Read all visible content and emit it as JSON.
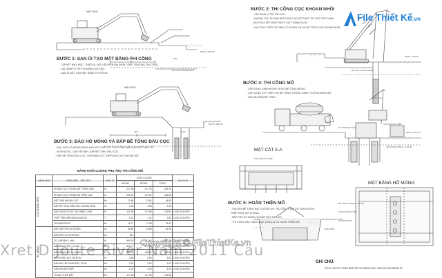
{
  "logo": {
    "name": "File Thiết Kế",
    "tld": ".vn"
  },
  "steps": {
    "step1": {
      "title": "BƯỚC 1: SAN ỦI TẠO MẶT BẰNG THI CÔNG",
      "notes": [
        "- TẬP KẾT MÁY MÓC, THIẾT BỊ, VẬT LIỆU ĐẾN ĐỊA ĐIỂM CÔNG TRƯỜNG THI CÔNG.",
        "- XÁC ĐỊNH VỊ TRÍ TIM MÓNG MỐ CẦU.",
        "- SAN ỦI ĐẤT, TẠO MẶT BẰNG THI CÔNG."
      ]
    },
    "step2": {
      "title": "BƯỚC 2: THI CÔNG CỌC KHOAN NHỒI",
      "notes": [
        "- XÁC ĐỊNH VỊ TRÍ TIM CỌC.",
        "- KHOAN CỌC KHOAN NHỒI ĐẾN CAO ĐỘ THIẾT KẾ, KẾT HỢP DUNG",
        "  DỊCH VỮA SÉT BENTONITE GIỮ THÀNH VÁCH.",
        "- HẠ LỒNG THÉP, VỆ SINH LỖ KHOAN VÀ ĐỔ BÊ TÔNG CỌC KHOAN NHỒI."
      ]
    },
    "step3": {
      "title": "BƯỚC 3: ĐÀO HỐ MÓNG VÀ ĐẬP BÊ TÔNG ĐẦU CỌC",
      "notes": [
        "- ĐÀO ĐẤT HỐ MÓNG BẰNG MÁY KẾT HỢP VỚI THỦ CÔNG ĐẾN CAO ĐỘ THIẾT KẾ.",
        "- BƠM NƯỚC, LÀM VỆ SINH, ĐẬP BÊ TÔNG ĐẦU CỌC.",
        "- ĐẬP BÊ TÔNG ĐẦU CỌC, UỐN NẮN CỐT THÉP ĐẦU CỌC VÀO BỆ MỐ."
      ]
    },
    "step4": {
      "title": "BƯỚC 4: THI CÔNG MỐ",
      "notes": [
        "- LẮP DỰNG VÁN KHUÔN VÀ ĐỔ BÊ TÔNG BỆ MỐ.",
        "- LẮP DỰNG CỐT THÉP, ĐỔ BÊ TÔNG TƯỜNG CÁNH, TƯỜNG ĐỈNH MỐ.",
        "- BẢO DƯỠNG BÊ TÔNG."
      ]
    },
    "step5": {
      "title": "BƯỚC 5: HOÀN THIỆN MỐ",
      "notes": [
        "- SAU KHI BÊ TÔNG ĐẠT CƯỜNG ĐỘ YÊU CẦU, THÁO DỠ VÁN KHUÔN",
        "  THÉP HÌNH, ĐỔ CHỐNG.",
        "- ĐẮP TRẢ HỐ MÓNG VÀ ĐẮP ĐẤT SAU MỐ.",
        "- THI CÔNG CÁC HẠNG MỤC CÒN LẠI VÀ HOÀN THIỆN MỐ."
      ]
    }
  },
  "labels": {
    "excavator1": "MÁY ĐÀO",
    "excavator2": "MÁY ĐÀO",
    "mntc1": "MNTC +600.50",
    "mntc2": "MNTC +600.50",
    "mntc3": "MNTC +600.50",
    "mntc4": "MNTC +600.50",
    "tim_coc1": "TIM CỌC KHOAN NHỒI",
    "tim_coc2": "TIM CỌC KHOAN NHỒI",
    "dim1": "2115",
    "dim2": "1340",
    "dim3": "2115",
    "dim4": "1340",
    "bt_truck": "XE BƠM BÊ TÔNG",
    "cau_cau": "CẦU CẨU",
    "van_khuon1": "VÁN KHUÔN THÉP",
    "van_khuon2": "VÁN KHUÔN THÉP",
    "bt_label": "BÊ TÔNG MÓNG, L=10.5M",
    "vk_thep": "VÁN KHUÔN THÉP",
    "dam_nen": "ĐẦM NỀN",
    "bt_label2": "BÊ TÔNG MÓNG, L=10.5M",
    "cot_do": "CỘT ĐỠ 30Ox",
    "mat_cat": "MẶT CẮT A-A",
    "mat_bang": "MẶT BẰNG HỐ MÓNG",
    "van_khuon_thep": "VÁN KHUÔN THÉP",
    "ghi_chu": "GHI CHÚ:",
    "ghi_chu_note": "KÍCH THƯỚC TRÊN BẢN VẼ GHI BẰNG MM, CAO ĐỘ GHI BẰNG M."
  },
  "table": {
    "title": "BẢNG KHỐI LƯỢNG PHỤ TRỢ THI CÔNG MỐ",
    "headers": [
      "HẠNG MỤC",
      "CÔNG VIỆC - VẬT LIỆU",
      "ĐƠN VỊ",
      "KHỐI LƯỢNG",
      "GHI CHÚ"
    ],
    "subheaders": [
      "MỐ M1",
      "MỐ M2",
      "TỔNG"
    ],
    "group1": "CỌC KHOAN NHỒI",
    "group2": "HỐ MÓNG",
    "rows": [
      [
        "KHOAN CỌC TRONG ĐẤT TRÊN CẠN",
        "M",
        "217.98",
        "217.78",
        "435.76",
        ""
      ],
      [
        "KHOAN CỌC TRONG ĐÁ TRÊN CẠN",
        "M",
        "222.04",
        "214.22",
        "436.26",
        ""
      ],
      [
        "ĐẤT THẢI KHOAN CỌC",
        "M³",
        "22.58",
        "23.62",
        "46.90",
        ""
      ],
      [
        "ĐẬP BÊ TÔNG ĐẦU CỌC KHOAN NHỒI",
        "M³",
        "1.58",
        "1.58",
        "3.16",
        ""
      ],
      [
        "ỐNG VÁCH D1100, DÀY 6MM, L=6M",
        "M",
        "121.98",
        "121.98",
        "243.90",
        "LUÂN CHUYỂN"
      ],
      [
        "THÉP TẤM DẪN 6600X1600X20",
        "T",
        "1.41",
        "1.41",
        "2.83",
        "LUÂN CHUYỂN"
      ],
      [
        "VỮA BENTONIT",
        "M³",
        "15.71",
        "17.28",
        "32.99",
        ""
      ],
      [
        "ĐẤT ĐẮP TRẢ HỐ MÓNG",
        "M³",
        "36.48",
        "24.58",
        "61.06",
        ""
      ],
      [
        "ĐÀO ĐẤT C3 HỐ MÓNG",
        "M³",
        "827",
        "",
        "",
        ""
      ],
      [
        "CỪ LARSEN, L=6M",
        "M",
        "691.63",
        "691.63",
        "1383.26",
        "LUÂN CHUYỂN"
      ],
      [
        "BÁ NGANG 300, L=6.5M",
        "M",
        "601.77",
        "601.77",
        "1203.54",
        "LUÂN CHUYỂN"
      ],
      [
        "BÁ NGANG 300, L=12.5M",
        "M",
        "159.41",
        "159.41",
        "318.82",
        "LUÂN CHUYỂN"
      ],
      [
        "BỘ CHỐNG NỐI, BÁ ĐƠN",
        "M",
        "2.80",
        "2.80",
        "5.60",
        "LUÂN CHUYỂN"
      ],
      [
        "BẢN MÃ LẮP 10MM-DÀY 10CM",
        "M²",
        "2.00",
        "2.00",
        "4.00",
        "LUÂN CHUYỂN"
      ],
      [
        "VÁN KHUÔN THÉP",
        "M²",
        "2.00",
        "2.00",
        "4.00",
        "LUÂN CHUYỂN"
      ],
      [
        "THANH THÉP ĐẮT",
        "M²",
        "117.98",
        "117.98",
        "235.96",
        ""
      ]
    ]
  },
  "watermark": {
    "text": "Xret D Joute River Nam 2011 Cau",
    "copyright": "Copyright © FileThietKe.vn"
  },
  "colors": {
    "logo_blue": "#1f7fd4",
    "line": "#444444",
    "soil": "#999999"
  }
}
